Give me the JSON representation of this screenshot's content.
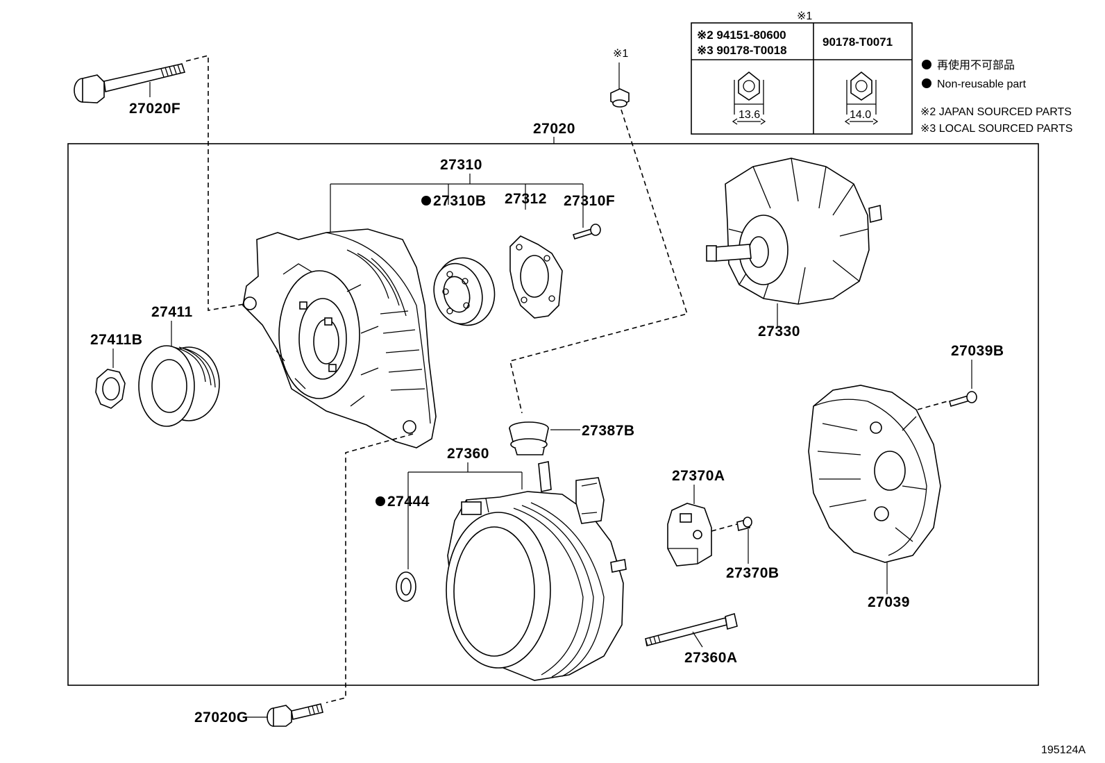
{
  "labels": {
    "p27020F": "27020F",
    "p27020": "27020",
    "p27310": "27310",
    "p27310B": "27310B",
    "p27312": "27312",
    "p27310F": "27310F",
    "p27330": "27330",
    "p27411": "27411",
    "p27411B": "27411B",
    "p27039B": "27039B",
    "p27387B": "27387B",
    "p27360": "27360",
    "p27444": "27444",
    "p27370A": "27370A",
    "p27370B": "27370B",
    "p27039": "27039",
    "p27360A": "27360A",
    "p27020G": "27020G",
    "ref1": "※1"
  },
  "table": {
    "header_mark": "※1",
    "left_line1": "※2 94151-80600",
    "left_line2": "※3 90178-T0018",
    "right": "90178-T0071",
    "left_dim": "13.6",
    "right_dim": "14.0"
  },
  "legend": {
    "jp": "再使用不可部品",
    "en": "Non-reusable part",
    "note2": "※2 JAPAN SOURCED PARTS",
    "note3": "※3 LOCAL SOURCED PARTS"
  },
  "footer": {
    "code": "195124A"
  }
}
